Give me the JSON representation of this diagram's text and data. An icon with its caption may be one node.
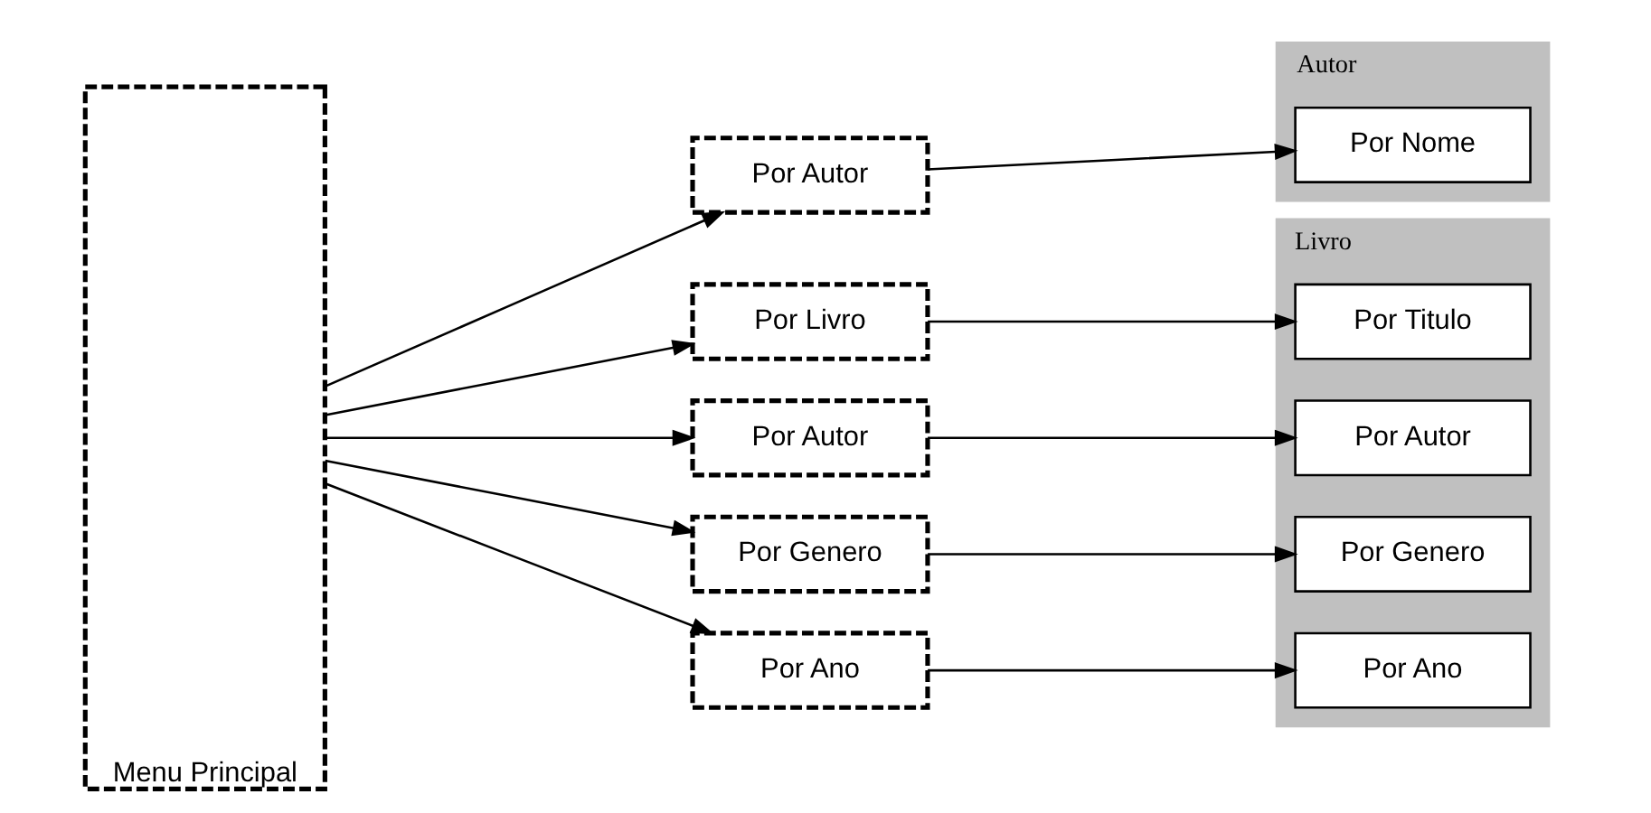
{
  "diagram": {
    "nodes": [
      {
        "text": [
          "Menu Principal"
        ]
      },
      {
        "text": [
          "Por Autor"
        ]
      },
      {
        "text": [
          "Por Livro"
        ]
      },
      {
        "text": [
          "Por Autor"
        ]
      },
      {
        "text": [
          "Por Genero"
        ]
      },
      {
        "text": [
          "Por Ano"
        ]
      },
      {
        "text": [
          "Autor"
        ]
      },
      {
        "text": [
          "Por Nome"
        ],
        "in": 6
      },
      {
        "text": [
          "Livro"
        ]
      },
      {
        "text": [
          "Por Titulo"
        ],
        "in": 8
      },
      {
        "text": [
          "Por Autor"
        ],
        "in": 8
      },
      {
        "text": [
          "Por Genero"
        ],
        "in": 8
      },
      {
        "text": [
          "Por Ano"
        ],
        "in": 8
      }
    ],
    "edges": [
      {
        "from": 0,
        "to": 1,
        "arrow": "to"
      },
      {
        "from": 0,
        "to": 2,
        "arrow": "to"
      },
      {
        "from": 0,
        "to": 3,
        "arrow": "to"
      },
      {
        "from": 0,
        "to": 4,
        "arrow": "to"
      },
      {
        "from": 0,
        "to": 5,
        "arrow": "to"
      },
      {
        "from": 1,
        "to": 7,
        "arrow": "to"
      },
      {
        "from": 2,
        "to": 9,
        "arrow": "to"
      },
      {
        "from": 3,
        "to": 10,
        "arrow": "to"
      },
      {
        "from": 4,
        "to": 11,
        "arrow": "to"
      },
      {
        "from": 5,
        "to": 12,
        "arrow": "to"
      }
    ]
  }
}
